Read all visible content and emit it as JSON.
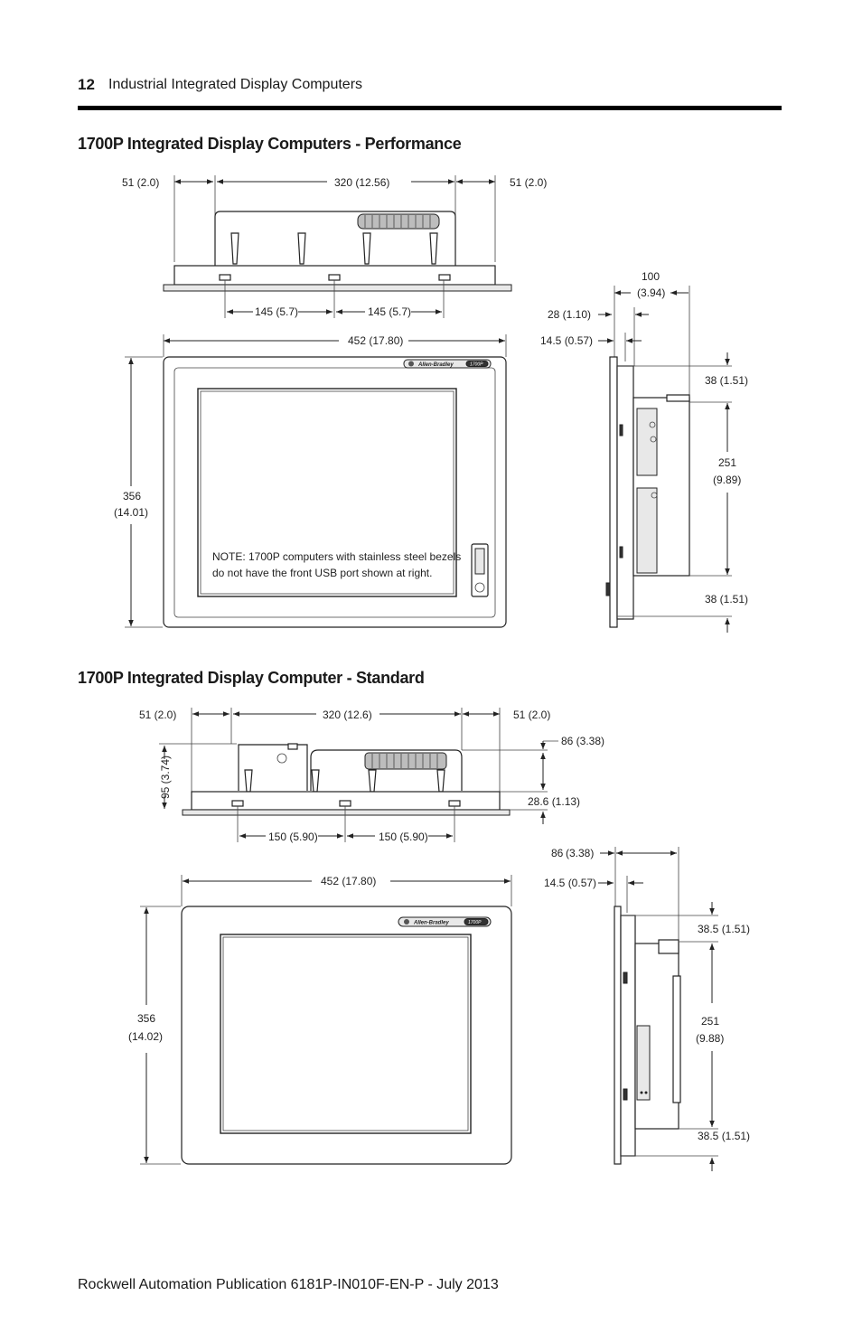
{
  "header": {
    "page_number": "12",
    "title": "Industrial Integrated Display Computers"
  },
  "sections": [
    {
      "title": "1700P Integrated Display Computers - Performance"
    },
    {
      "title": "1700P Integrated Display Computer - Standard"
    }
  ],
  "performance": {
    "top_view": {
      "left_margin": "51 (2.0)",
      "width": "320 (12.56)",
      "right_margin": "51 (2.0)",
      "spacing_left": "145 (5.7)",
      "spacing_right": "145 (5.7)"
    },
    "front_view": {
      "width": "452 (17.80)",
      "height_top": "356",
      "height_bottom": "(14.01)",
      "brand_label": "Allen-Bradley",
      "model_label": "1700P",
      "note_line1": "NOTE: 1700P computers with stainless steel bezels",
      "note_line2": "do not have the front USB port shown at right."
    },
    "side_view": {
      "depth_top": "100",
      "depth_bottom": "(3.94)",
      "bezel_depth": "28 (1.10)",
      "panel_depth": "14.5 (0.57)",
      "top_offset": "38 (1.51)",
      "mount_top": "251",
      "mount_bottom": "(9.89)",
      "bottom_offset": "38 (1.51)"
    }
  },
  "standard": {
    "top_view": {
      "left_margin": "51 (2.0)",
      "width": "320 (12.6)",
      "right_margin": "51 (2.0)",
      "height_right": "86 (3.38)",
      "height_left": "95 (3.74)",
      "bezel_depth": "28.6 (1.13)",
      "spacing_left": "150 (5.90)",
      "spacing_right": "150 (5.90)"
    },
    "front_view": {
      "width": "452 (17.80)",
      "height_top": "356",
      "height_bottom": "(14.02)",
      "brand_label": "Allen-Bradley",
      "model_label": "1700P"
    },
    "side_view": {
      "depth_label": "86",
      "depth_unit": "(3.38)",
      "panel_depth": "14.5 (0.57)",
      "top_offset": "38.5 (1.51)",
      "mount_top": "251",
      "mount_bottom": "(9.88)",
      "bottom_offset": "38.5 (1.51)"
    }
  },
  "footer": {
    "text": "Rockwell Automation Publication 6181P-IN010F-EN-P - July 2013"
  }
}
